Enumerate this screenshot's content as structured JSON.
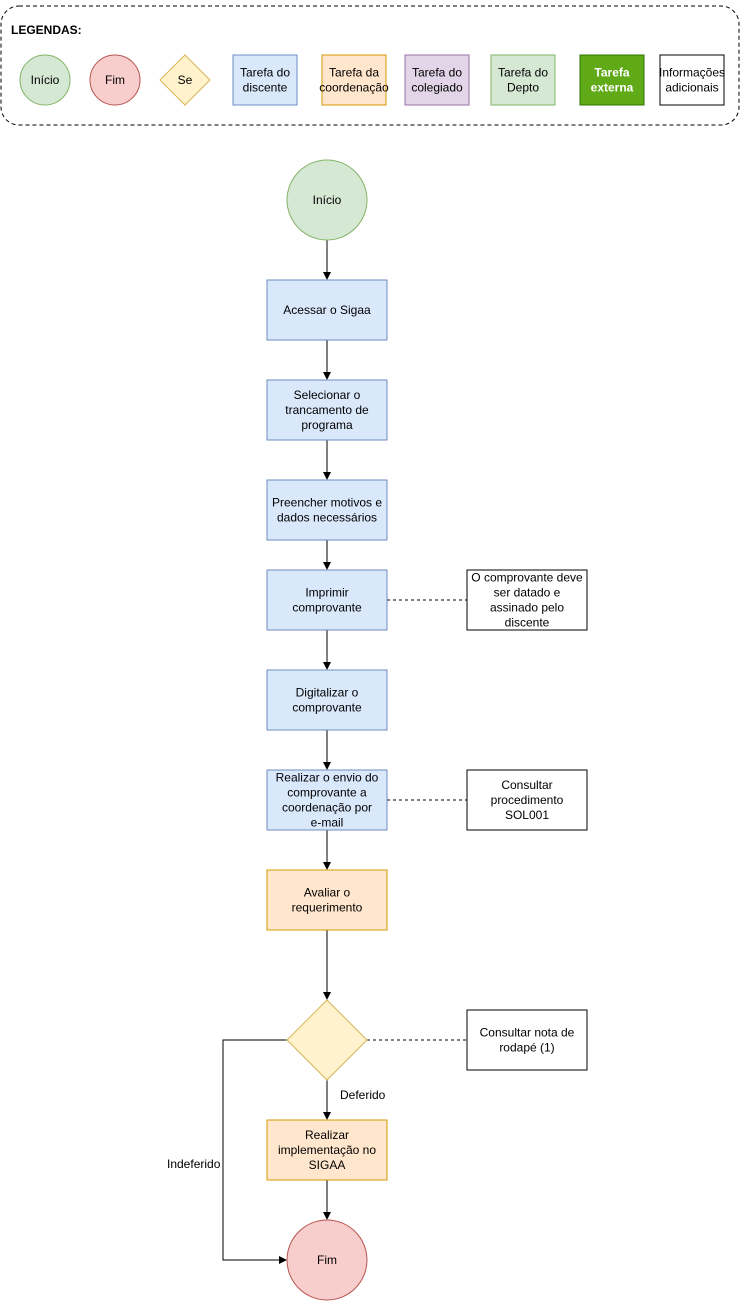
{
  "legend": {
    "title": "LEGENDAS:",
    "items": [
      {
        "shape": "circle",
        "lines": [
          "Início"
        ],
        "fill": "#d5e8d4",
        "stroke": "#82b366"
      },
      {
        "shape": "circle",
        "lines": [
          "Fim"
        ],
        "fill": "#f8cecc",
        "stroke": "#b85450"
      },
      {
        "shape": "diamond",
        "lines": [
          "Se"
        ],
        "fill": "#fff2cc",
        "stroke": "#d6b656"
      },
      {
        "shape": "rect",
        "lines": [
          "Tarefa do",
          "discente"
        ],
        "fill": "#dae8fc",
        "stroke": "#6c8ebf"
      },
      {
        "shape": "rect",
        "lines": [
          "Tarefa da",
          "coordenação"
        ],
        "fill": "#ffe6cc",
        "stroke": "#d79b00"
      },
      {
        "shape": "rect",
        "lines": [
          "Tarefa do",
          "colegiado"
        ],
        "fill": "#e1d5e7",
        "stroke": "#9673a6"
      },
      {
        "shape": "rect",
        "lines": [
          "Tarefa do",
          "Depto"
        ],
        "fill": "#d5e8d4",
        "stroke": "#82b366"
      },
      {
        "shape": "rect",
        "lines": [
          "Tarefa",
          "externa"
        ],
        "fill": "#60a917",
        "stroke": "#2d7600",
        "text_color": "#ffffff"
      },
      {
        "shape": "rect",
        "lines": [
          "Informações",
          "adicionais"
        ],
        "fill": "#ffffff",
        "stroke": "#000000"
      }
    ]
  },
  "flow": {
    "start": {
      "label": "Início"
    },
    "steps": [
      {
        "lines": [
          "Acessar o Sigaa"
        ]
      },
      {
        "lines": [
          "Selecionar o",
          "trancamento de",
          "programa"
        ]
      },
      {
        "lines": [
          "Preencher motivos e",
          "dados necessários"
        ]
      },
      {
        "lines": [
          "Imprimir",
          "comprovante"
        ]
      },
      {
        "lines": [
          "Digitalizar o",
          "comprovante"
        ]
      },
      {
        "lines": [
          "Realizar o envio do",
          "comprovante a",
          "coordenação por",
          "e-mail"
        ]
      },
      {
        "lines": [
          "Avaliar o",
          "requerimento"
        ]
      }
    ],
    "decision": {
      "label": "",
      "yes_label": "Deferido",
      "no_label": "Indeferido"
    },
    "implement": {
      "lines": [
        "Realizar",
        "implementação no",
        "SIGAA"
      ]
    },
    "end": {
      "label": "Fim"
    },
    "notes": [
      {
        "lines": [
          "O comprovante deve",
          "ser datado e",
          "assinado pelo",
          "discente"
        ]
      },
      {
        "lines": [
          "Consultar",
          "procedimento",
          "SOL001"
        ]
      },
      {
        "lines": [
          "Consultar nota de",
          "rodapé (1)"
        ]
      }
    ]
  },
  "colors": {
    "discente_fill": "#dae8fc",
    "discente_stroke": "#6c8ebf",
    "coord_fill": "#ffe6cc",
    "coord_stroke": "#d79b00",
    "start_fill": "#d5e8d4",
    "start_stroke": "#82b366",
    "end_fill": "#f8cecc",
    "end_stroke": "#b85450",
    "decision_fill": "#fff2cc",
    "decision_stroke": "#d6b656"
  }
}
